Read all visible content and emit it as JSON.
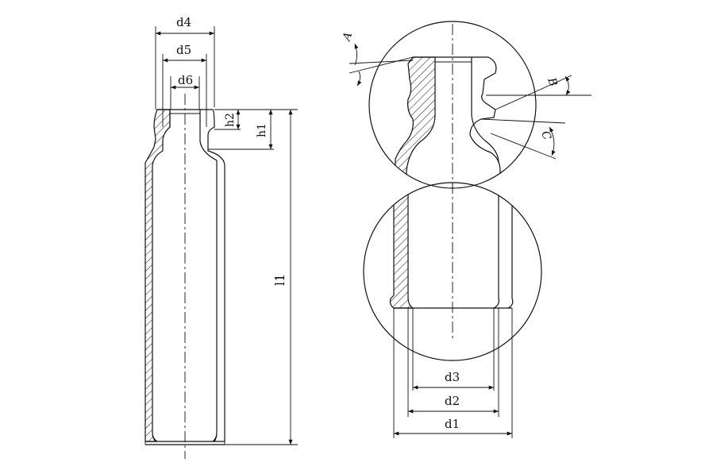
{
  "diagram": {
    "labels": {
      "d4": "d4",
      "d5": "d5",
      "d6": "d6",
      "h2": "h2",
      "h1": "h1",
      "l1": "l1",
      "A": "A",
      "B": "B",
      "C": "C",
      "d3": "d3",
      "d2": "d2",
      "d1": "d1"
    },
    "colors": {
      "stroke": "#111111",
      "background": "#ffffff"
    }
  }
}
